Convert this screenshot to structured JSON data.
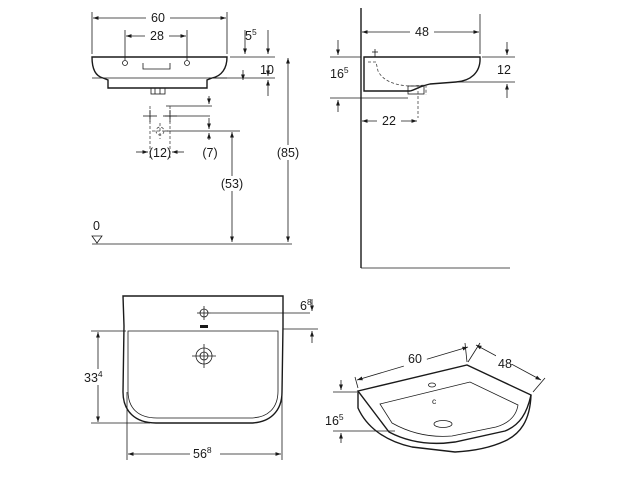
{
  "front_view": {
    "width": "60",
    "tap_spacing": "28",
    "rim_top_base": "5",
    "rim_top_sup": "5",
    "rim_height": "10",
    "drain_offset": "(12)",
    "drain_above": "(7)",
    "drain_height": "(53)",
    "rim_height_floor": "(85)",
    "floor_level": "0"
  },
  "side_view": {
    "depth": "48",
    "height_base": "16",
    "height_sup": "5",
    "rim_thickness": "12",
    "drain_from_wall": "22"
  },
  "top_view": {
    "tap_hole_offset_base": "6",
    "tap_hole_offset_sup": "8",
    "bowl_depth_base": "33",
    "bowl_depth_sup": "4",
    "bowl_width_base": "56",
    "bowl_width_sup": "8"
  },
  "iso_view": {
    "width": "60",
    "depth": "48",
    "height_base": "16",
    "height_sup": "5"
  }
}
